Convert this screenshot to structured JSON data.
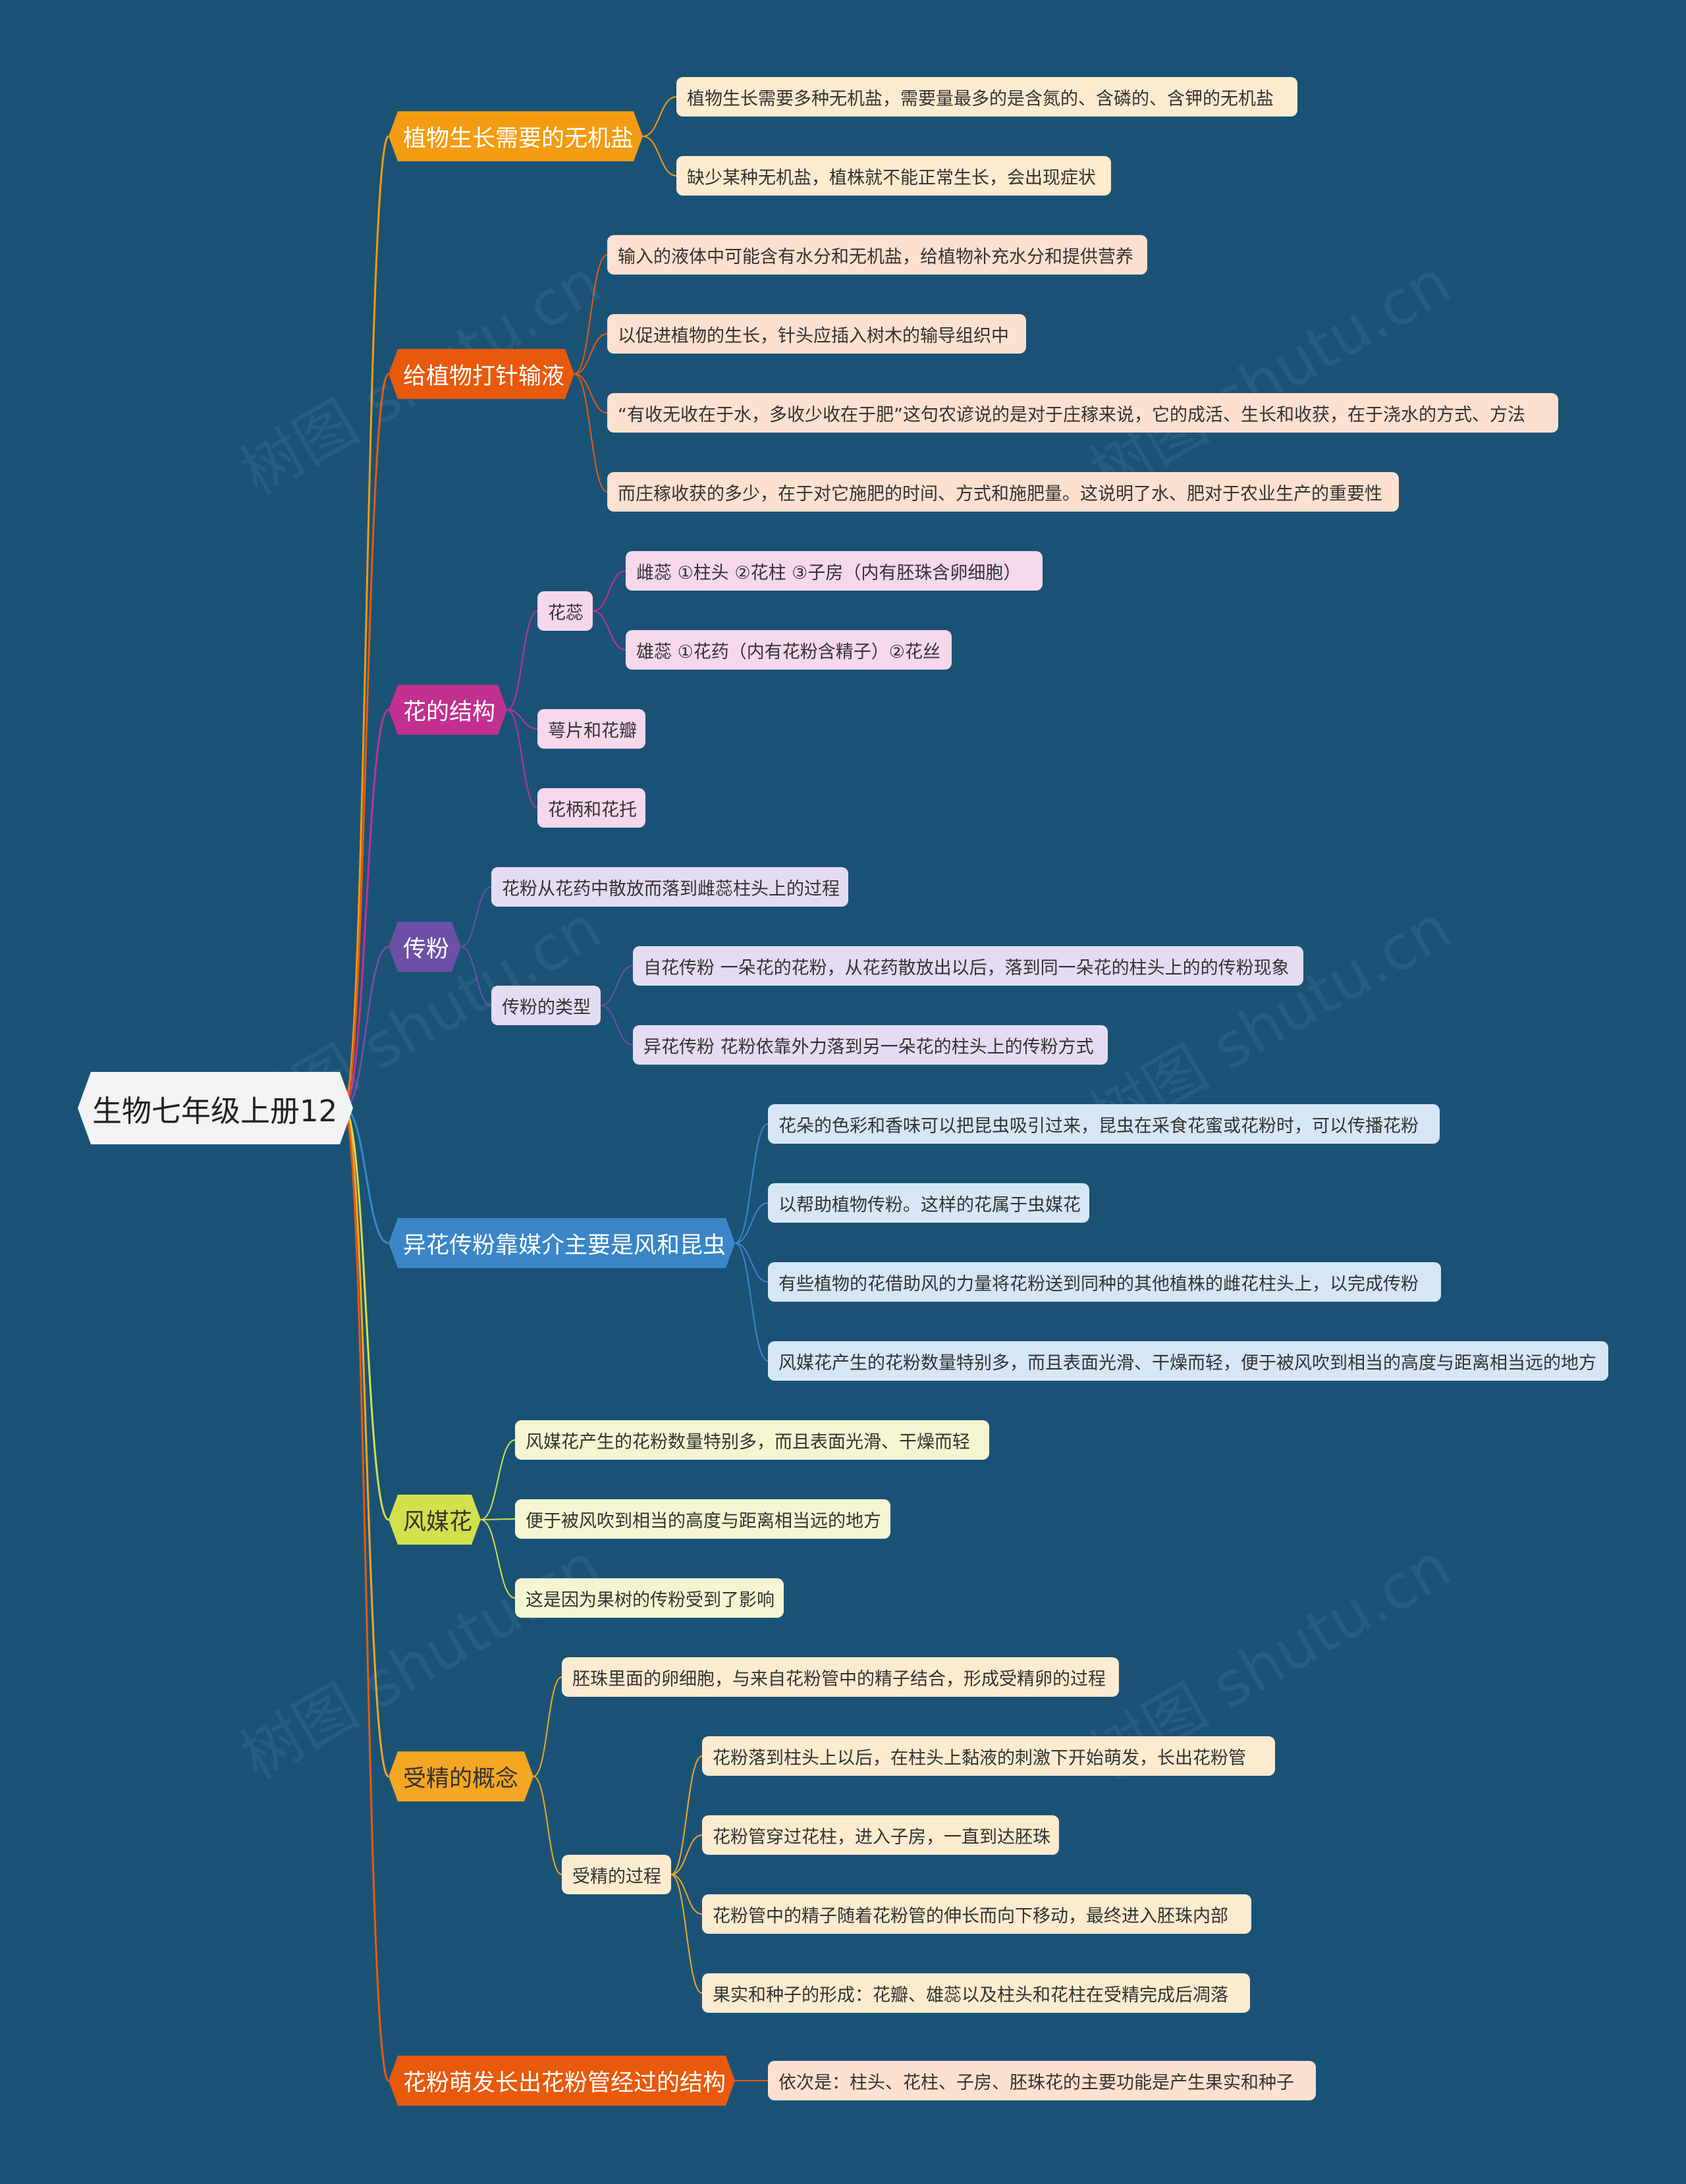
{
  "root": {
    "label": "生物七年级上册12"
  },
  "colors": {
    "background": "#1a5276",
    "b1": "#f39c12",
    "b2": "#e8590c",
    "b3": "#c2318f",
    "b4": "#6c4fa6",
    "b5": "#3a86c8",
    "b6": "#d2e04b",
    "b7": "#f5a623",
    "b8": "#e8590c"
  },
  "branches": [
    {
      "label": "植物生长需要的无机盐",
      "items": [
        "植物生长需要多种无机盐，需要量最多的是含氮的、含磷的、含钾的无机盐",
        "缺少某种无机盐，植株就不能正常生长，会出现症状"
      ]
    },
    {
      "label": "给植物打针输液",
      "items": [
        "输入的液体中可能含有水分和无机盐，给植物补充水分和提供营养",
        "以促进植物的生长，针头应插入树木的输导组织中",
        "“有收无收在于水，多收少收在于肥”这句农谚说的是对于庄稼来说，它的成活、生长和收获，在于浇水的方式、方法",
        "而庄稼收获的多少，在于对它施肥的时间、方式和施肥量。这说明了水、肥对于农业生产的重要性"
      ]
    },
    {
      "label": "花的结构",
      "sub_label": "花蕊",
      "sub_items": [
        "雌蕊 ①柱头 ②花柱 ③子房（内有胚珠含卵细胞）",
        "雄蕊 ①花药（内有花粉含精子）②花丝"
      ],
      "items": [
        "萼片和花瓣",
        "花柄和花托"
      ]
    },
    {
      "label": "传粉",
      "items": [
        "花粉从花药中散放而落到雌蕊柱头上的过程"
      ],
      "sub_label": "传粉的类型",
      "sub_items": [
        "自花传粉 一朵花的花粉，从花药散放出以后，落到同一朵花的柱头上的的传粉现象",
        "异花传粉 花粉依靠外力落到另一朵花的柱头上的传粉方式"
      ]
    },
    {
      "label": "异花传粉靠媒介主要是风和昆虫",
      "items": [
        "花朵的色彩和香味可以把昆虫吸引过来，昆虫在采食花蜜或花粉时，可以传播花粉",
        "以帮助植物传粉。这样的花属于虫媒花",
        "有些植物的花借助风的力量将花粉送到同种的其他植株的雌花柱头上，以完成传粉",
        "风媒花产生的花粉数量特别多，而且表面光滑、干燥而轻，便于被风吹到相当的高度与距离相当远的地方"
      ]
    },
    {
      "label": "风媒花",
      "items": [
        "风媒花产生的花粉数量特别多，而且表面光滑、干燥而轻",
        "便于被风吹到相当的高度与距离相当远的地方",
        "这是因为果树的传粉受到了影响"
      ]
    },
    {
      "label": "受精的概念",
      "items": [
        "胚珠里面的卵细胞，与来自花粉管中的精子结合，形成受精卵的过程"
      ],
      "sub_label": "受精的过程",
      "sub_items": [
        "花粉落到柱头上以后，在柱头上黏液的刺激下开始萌发，长出花粉管",
        "花粉管穿过花柱，进入子房，一直到达胚珠",
        "花粉管中的精子随着花粉管的伸长而向下移动，最终进入胚珠内部",
        "果实和种子的形成：花瓣、雄蕊以及柱头和花柱在受精完成后凋落"
      ]
    },
    {
      "label": "花粉萌发长出花粉管经过的结构",
      "items": [
        "依次是：柱头、花柱、子房、胚珠花的主要功能是产生果实和种子"
      ]
    }
  ]
}
